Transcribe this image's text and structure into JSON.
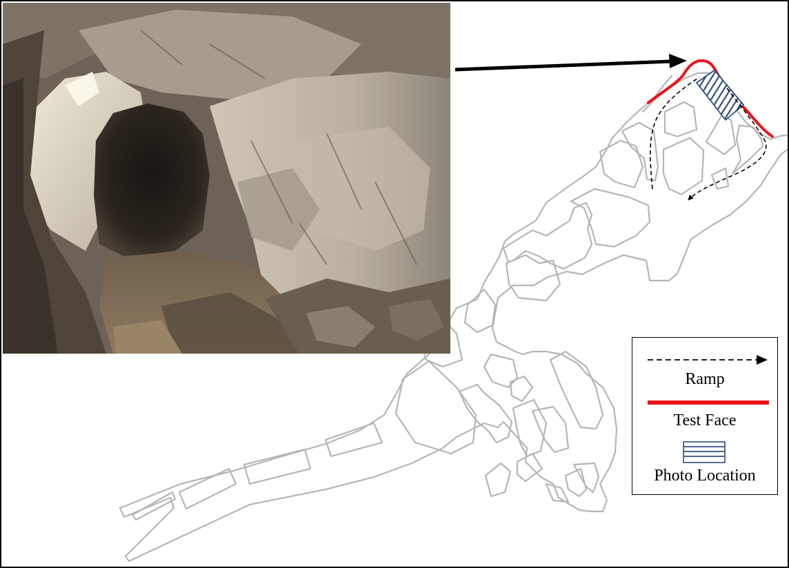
{
  "legend": {
    "ramp_label": "Ramp",
    "test_face_label": "Test Face",
    "photo_location_label": "Photo Location"
  },
  "colors": {
    "test_face": "#e8141a",
    "photo_location_hatch": "#2f4d7a",
    "tunnel_outline": "#b5b5b5",
    "ramp": "#000000",
    "pointer_arrow": "#000000"
  },
  "icons": {
    "ramp": "dashed-arrow-icon",
    "test_face": "red-line-icon",
    "photo_location": "hatched-rectangle-icon",
    "pointer": "arrow-icon"
  }
}
